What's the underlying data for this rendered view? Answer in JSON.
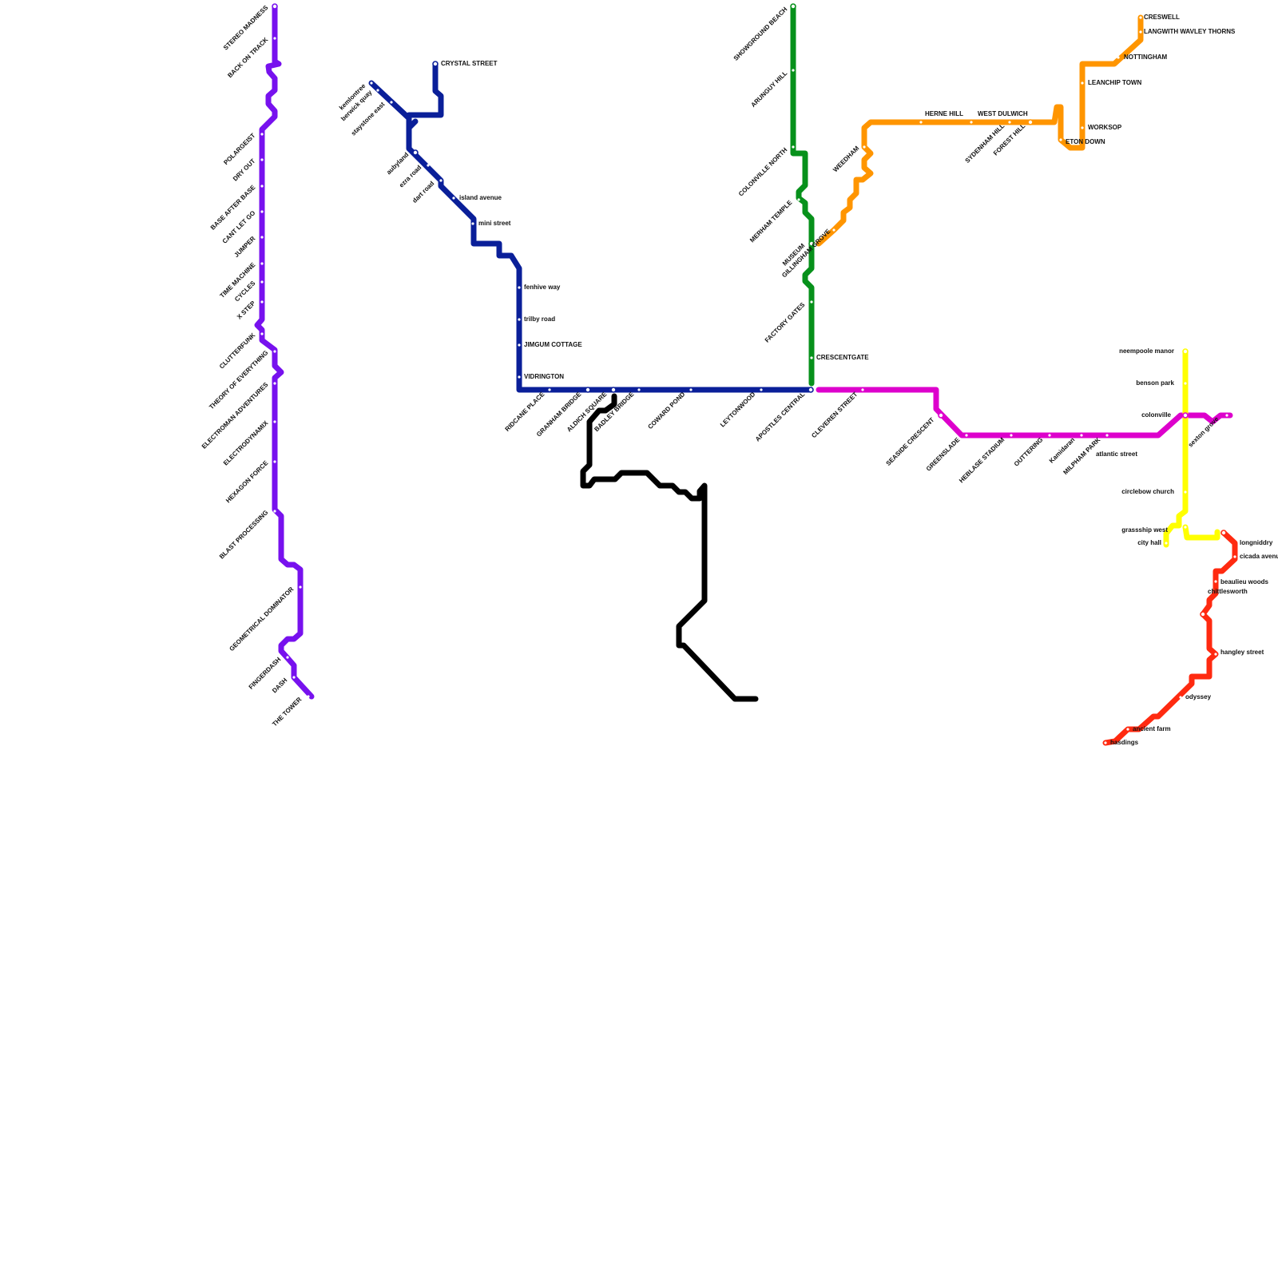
{
  "lines": [
    {
      "name": "purple",
      "color": "#7711ee",
      "stations": [
        "STEREO MADNESS",
        "BACK ON TRACK",
        "POLARGEIST",
        "DRY OUT",
        "BASE AFTER BASE",
        "CANT LET GO",
        "JUMPER",
        "TIME MACHINE",
        "CYCLES",
        "X STEP",
        "CLUTTERFUNK",
        "THEORY OF EVERYTHING",
        "ELECTROMAN ADVENTURES",
        "ELECTRODYNAMIX",
        "HEXAGON FORCE",
        "BLAST PROCESSING",
        "GEOMETRICAL DOMINATOR",
        "FINGERDASH",
        "DASH",
        "THE TOWER"
      ]
    },
    {
      "name": "navy",
      "color": "#0a1f99",
      "stations": [
        "CRYSTAL STREET",
        "kemlontree",
        "berwick quay",
        "staystone east",
        "aubyland",
        "ezra road",
        "dart road",
        "island avenue",
        "mini street",
        "fenhive way",
        "trilby road",
        "JIMGUM COTTAGE",
        "VIDRINGTON",
        "RIDCANE PLACE",
        "GRANHAM BRIDGE",
        "ALDICH SQUARE",
        "BADLEY BRIDGE",
        "COWARD POND",
        "LEYTONWOOD",
        "APOSTLES CENTRAL"
      ]
    },
    {
      "name": "green",
      "color": "#07911b",
      "stations": [
        "SHOWGROUND BEACH",
        "ARUNGUY HILL",
        "COLONVILLE NORTH",
        "MERHAM TEMPLE",
        "MUSEUM",
        "FACTORY GATES",
        "CRESCENTGATE"
      ]
    },
    {
      "name": "orange",
      "color": "#ff9500",
      "stations": [
        "GILLINGHAM GROVE",
        "WEEDHAM",
        "HERNE HILL",
        "WEST DULWICH",
        "SYDENHAM HILL",
        "FOREST HILL",
        "ETON DOWN",
        "WORKSOP",
        "LEANCHIP TOWN",
        "NOTTINGHAM",
        "LANGWITH WAVLEY THORNS",
        "CRESWELL"
      ]
    },
    {
      "name": "magenta",
      "color": "#dd00cc",
      "stations": [
        "CLEVEREN STREET",
        "SEASIDE CRESCENT",
        "GREENSLADE",
        "HEBLASE STADIUM",
        "OUTTERING",
        "Kamidaran",
        "MILPHAM PARK",
        "atlantic street",
        "colonville",
        "sexton grove"
      ]
    },
    {
      "name": "yellow",
      "color": "#ffff00",
      "stations": [
        "neempoole manor",
        "benson park",
        "circlebow church",
        "city hall",
        "grassship west"
      ]
    },
    {
      "name": "red",
      "color": "#ff2a10",
      "stations": [
        "longniddry",
        "cicada avenue",
        "beaulieu woods",
        "chittlesworth",
        "hangley street",
        "odyssey",
        "ancient farm",
        "hasdings"
      ]
    },
    {
      "name": "black",
      "color": "#000000",
      "stations": []
    }
  ]
}
